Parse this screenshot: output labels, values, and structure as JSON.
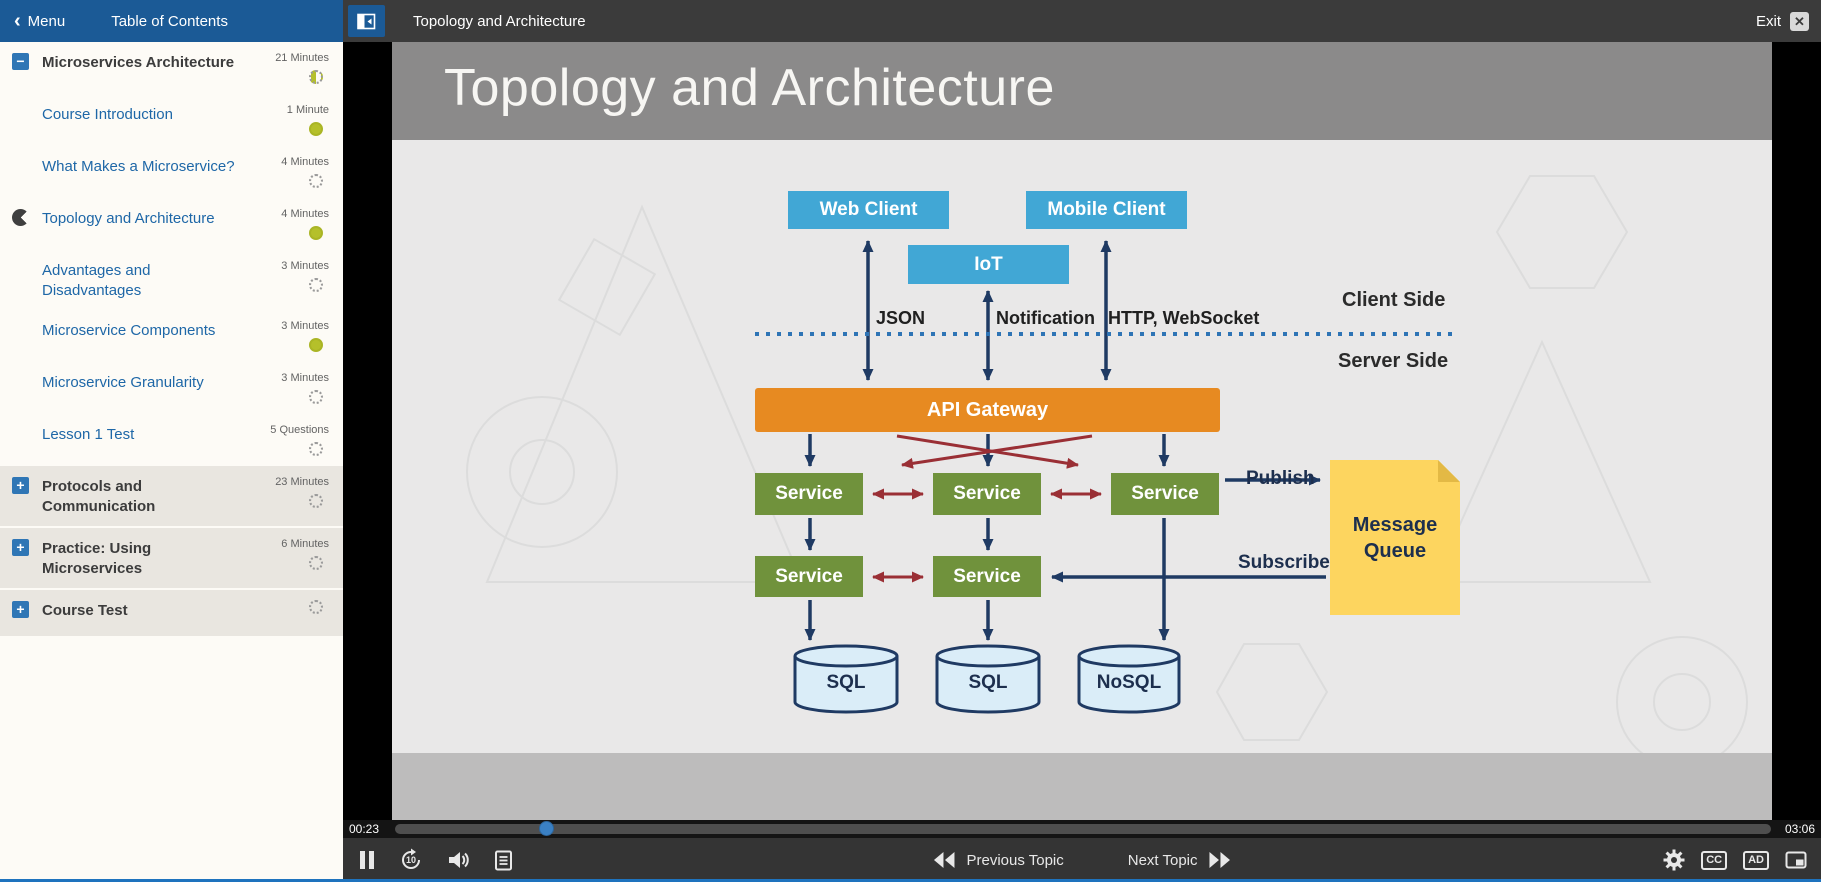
{
  "sidebar": {
    "back_chevron": "‹",
    "menu_label": "Menu",
    "title": "Table of Contents",
    "items": [
      {
        "label": "Microservices Architecture",
        "meta": "21 Minutes",
        "type": "section",
        "expanded": true,
        "status": "in-progress"
      },
      {
        "label": "Course Introduction",
        "meta": "1 Minute",
        "type": "lesson",
        "status": "complete"
      },
      {
        "label": "What Makes a Microservice?",
        "meta": "4 Minutes",
        "type": "lesson",
        "status": "not-started"
      },
      {
        "label": "Topology and Architecture",
        "meta": "4 Minutes",
        "type": "lesson",
        "status": "complete",
        "current": true
      },
      {
        "label": "Advantages and Disadvantages",
        "meta": "3 Minutes",
        "type": "lesson",
        "status": "not-started"
      },
      {
        "label": "Microservice Components",
        "meta": "3 Minutes",
        "type": "lesson",
        "status": "complete"
      },
      {
        "label": "Microservice Granularity",
        "meta": "3 Minutes",
        "type": "lesson",
        "status": "not-started"
      },
      {
        "label": "Lesson 1 Test",
        "meta": "5 Questions",
        "type": "lesson",
        "status": "not-started"
      },
      {
        "label": "Protocols and Communication",
        "meta": "23 Minutes",
        "type": "section",
        "expanded": false,
        "status": "not-started"
      },
      {
        "label": "Practice: Using Microservices",
        "meta": "6 Minutes",
        "type": "section",
        "expanded": false,
        "status": "not-started"
      },
      {
        "label": "Course Test",
        "meta": "",
        "type": "section",
        "expanded": false,
        "status": "not-started"
      }
    ]
  },
  "player": {
    "title": "Topology and Architecture",
    "exit_label": "Exit",
    "exit_x": "✕",
    "elapsed": "00:23",
    "duration": "03:06",
    "progress_percent": 11,
    "rewind_label": "10",
    "previous_label": "Previous Topic",
    "next_label": "Next Topic",
    "cc_label": "CC",
    "ad_label": "AD"
  },
  "slide": {
    "title": "Topology and Architecture",
    "nodes": {
      "web_client": "Web Client",
      "mobile_client": "Mobile Client",
      "iot": "IoT",
      "api_gateway": "API Gateway",
      "service": "Service",
      "message_queue": "Message Queue",
      "sql1": "SQL",
      "sql2": "SQL",
      "nosql": "NoSQL"
    },
    "labels": {
      "json": "JSON",
      "notification": "Notification",
      "http_websocket": "HTTP, WebSocket",
      "client_side": "Client Side",
      "server_side": "Server Side",
      "publish": "Publish",
      "subscribe": "Subscribe"
    },
    "colors": {
      "client_box": "#41a7d5",
      "gateway_box": "#e78a21",
      "service_box": "#70923c",
      "queue_box": "#fdd55f",
      "db_fill": "#daedf8",
      "arrow": "#1f3a63",
      "arrow_red": "#9a2f35",
      "dashed_line": "#2e74b5"
    }
  }
}
